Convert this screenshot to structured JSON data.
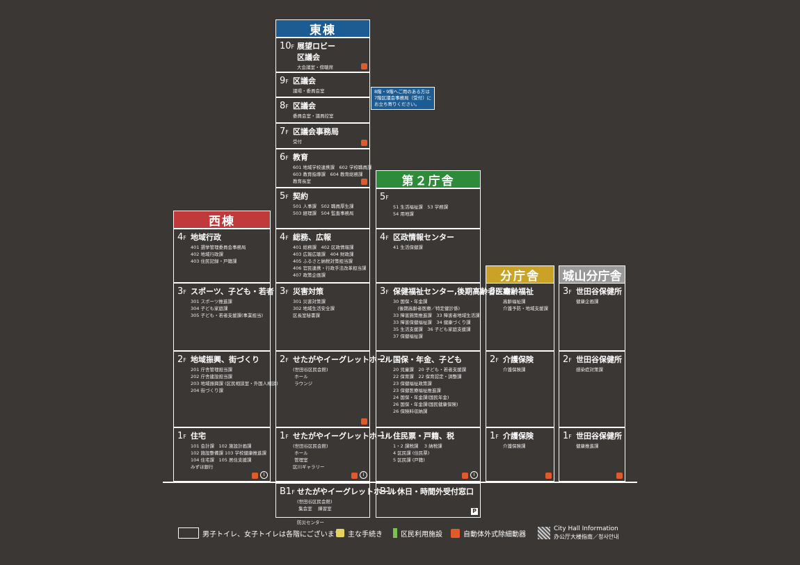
{
  "buildings": {
    "east": {
      "title": "東棟",
      "color": "#1d5c92",
      "floors": [
        {
          "floor": "10",
          "title": "展望ロビー\n区議会",
          "sub": "大会議室・傍聴席",
          "aed": true
        },
        {
          "floor": "9",
          "title": "区議会",
          "sub": "議場・委員会室"
        },
        {
          "floor": "8",
          "title": "区議会",
          "sub": "委員会室・議員控室"
        },
        {
          "floor": "7",
          "title": "区議会事務局",
          "sub": "受付",
          "aed": true
        },
        {
          "floor": "6",
          "title": "教育",
          "sub": "601 地域学校連携課　602 学校職員課\n603 教育指導課　604 教育総務課\n教育長室",
          "aed": true
        },
        {
          "floor": "5",
          "title": "契約",
          "sub": "501 人事課　502 職員厚生課\n503 経理課　504 監査事務局"
        },
        {
          "floor": "4",
          "title": "総務、広報",
          "sub": "401 総務課　402 区政情報課\n403 広報広聴課　404 財政課\n405 ふるさと納税対策担当課\n406 官民連携・行政手法改革担当課\n407 政策企画課"
        },
        {
          "floor": "3",
          "title": "災害対策",
          "sub": "301 災害対策課\n302 地域生活安全課\n区長室秘書課"
        },
        {
          "floor": "2",
          "title": "せたがやイーグレットホール",
          "sub": "(世田谷区民会館)\n ホール\n ラウンジ",
          "aed": true
        },
        {
          "floor": "1",
          "title": "せたがやイーグレットホール",
          "sub": "(世田谷区民会館)\n ホール\n 管理室\n区川ギャラリー",
          "aed": true,
          "info": true
        },
        {
          "floor": "B1",
          "title": "せたがやイーグレットホール",
          "sub": "(世田谷区民会館)\n 集会室　 練習室\n\n防災センター"
        }
      ],
      "note": "8階・9階へご用のある方は\n7階区議会事務局（受付）に\nお立ち寄りください。"
    },
    "west": {
      "title": "西棟",
      "color": "#c0393b",
      "floors": [
        {
          "floor": "4",
          "title": "地域行政",
          "sub": "401 選挙管理委員会事務局\n402 地域行政課\n403 住民記録・戸籍課"
        },
        {
          "floor": "3",
          "title": "スポーツ、子ども・若者",
          "sub": "301 スポーツ推進課\n304 子ども家庭課\n305 子ども・若者支援課(事業担当)"
        },
        {
          "floor": "2",
          "title": "地域振興、街づくり",
          "sub": "201 庁舎管理担当課\n202 庁舎建設担当課\n203 地域振興課 (区民相談室・外国人相談)\n204 街づくり課"
        },
        {
          "floor": "1",
          "title": "住宅",
          "sub": "101 会計課　102 施設計画課\n102 施設整備課 103 学校健康推進課\n104 住宅課　105 居住支援課\nみずほ銀行",
          "aed": true,
          "info": true
        }
      ]
    },
    "second": {
      "title": "第２庁舎",
      "color": "#2e8b3a",
      "floors": [
        {
          "floor": "5",
          "title": "",
          "sub": "51 生活福祉課　53 学務課\n54 用地課"
        },
        {
          "floor": "4",
          "title": "区政情報センター",
          "sub": "41 生活保健課"
        },
        {
          "floor": "3",
          "title": "保健福祉センター,後期高齢者医療",
          "sub": "30 国保・年金課\n　(後期高齢者医療／特定健診係)\n33 障害施策推進課　33 障害者地域生活課\n33 障害保健福祉課　34 健康づくり課\n35 生活支援課　36 子ども家庭支援課\n37 保健福祉課"
        },
        {
          "floor": "2",
          "title": "国保・年金、子ども",
          "sub": "20 児童課　20 子ども・若者支援課\n22 保育課　22 保育認定・調整課\n23 保健福祉政策課\n23 保健医療福祉推進課\n24 国保・年金課(国民年金)\n26 国保・年金課(国民健康保険)\n26 保険料収納課"
        },
        {
          "floor": "1",
          "title": "住民票・戸籍、税",
          "sub": "1・2 課税課　 3 納税課\n4 区民課 (住民票)\n5 区民課 (戸籍)",
          "aed": true,
          "info": true
        },
        {
          "floor": "B1",
          "title": "休日・時間外受付窓口",
          "sub": "",
          "parking": "P"
        }
      ]
    },
    "annex": {
      "title": "分庁舎",
      "color": "#c9a227",
      "floors": [
        {
          "floor": "3",
          "title": "高齢福祉",
          "sub": "高齢福祉課\n介護予防・地域支援課"
        },
        {
          "floor": "2",
          "title": "介護保険",
          "sub": "介護保険課"
        },
        {
          "floor": "1",
          "title": "介護保険",
          "sub": "介護保険課",
          "aed": true
        }
      ]
    },
    "shiroyama": {
      "title": "城山分庁舎",
      "color": "#9a9a9a",
      "floors": [
        {
          "floor": "3",
          "title": "世田谷保健所",
          "sub": "健康企画課"
        },
        {
          "floor": "2",
          "title": "世田谷保健所",
          "sub": "感染症対策課"
        },
        {
          "floor": "1",
          "title": "世田谷保健所",
          "sub": "健康推進課",
          "aed": true
        }
      ]
    }
  },
  "legend": {
    "toilet": "男子トイレ、女子トイレは各階にございます。",
    "procedures": "主な手続き",
    "facilities": "区民利用施設",
    "aed": "自動体外式除細動器",
    "info_en": "City Hall Information",
    "info_multi": "办公厅大楼指南／청사안내"
  }
}
